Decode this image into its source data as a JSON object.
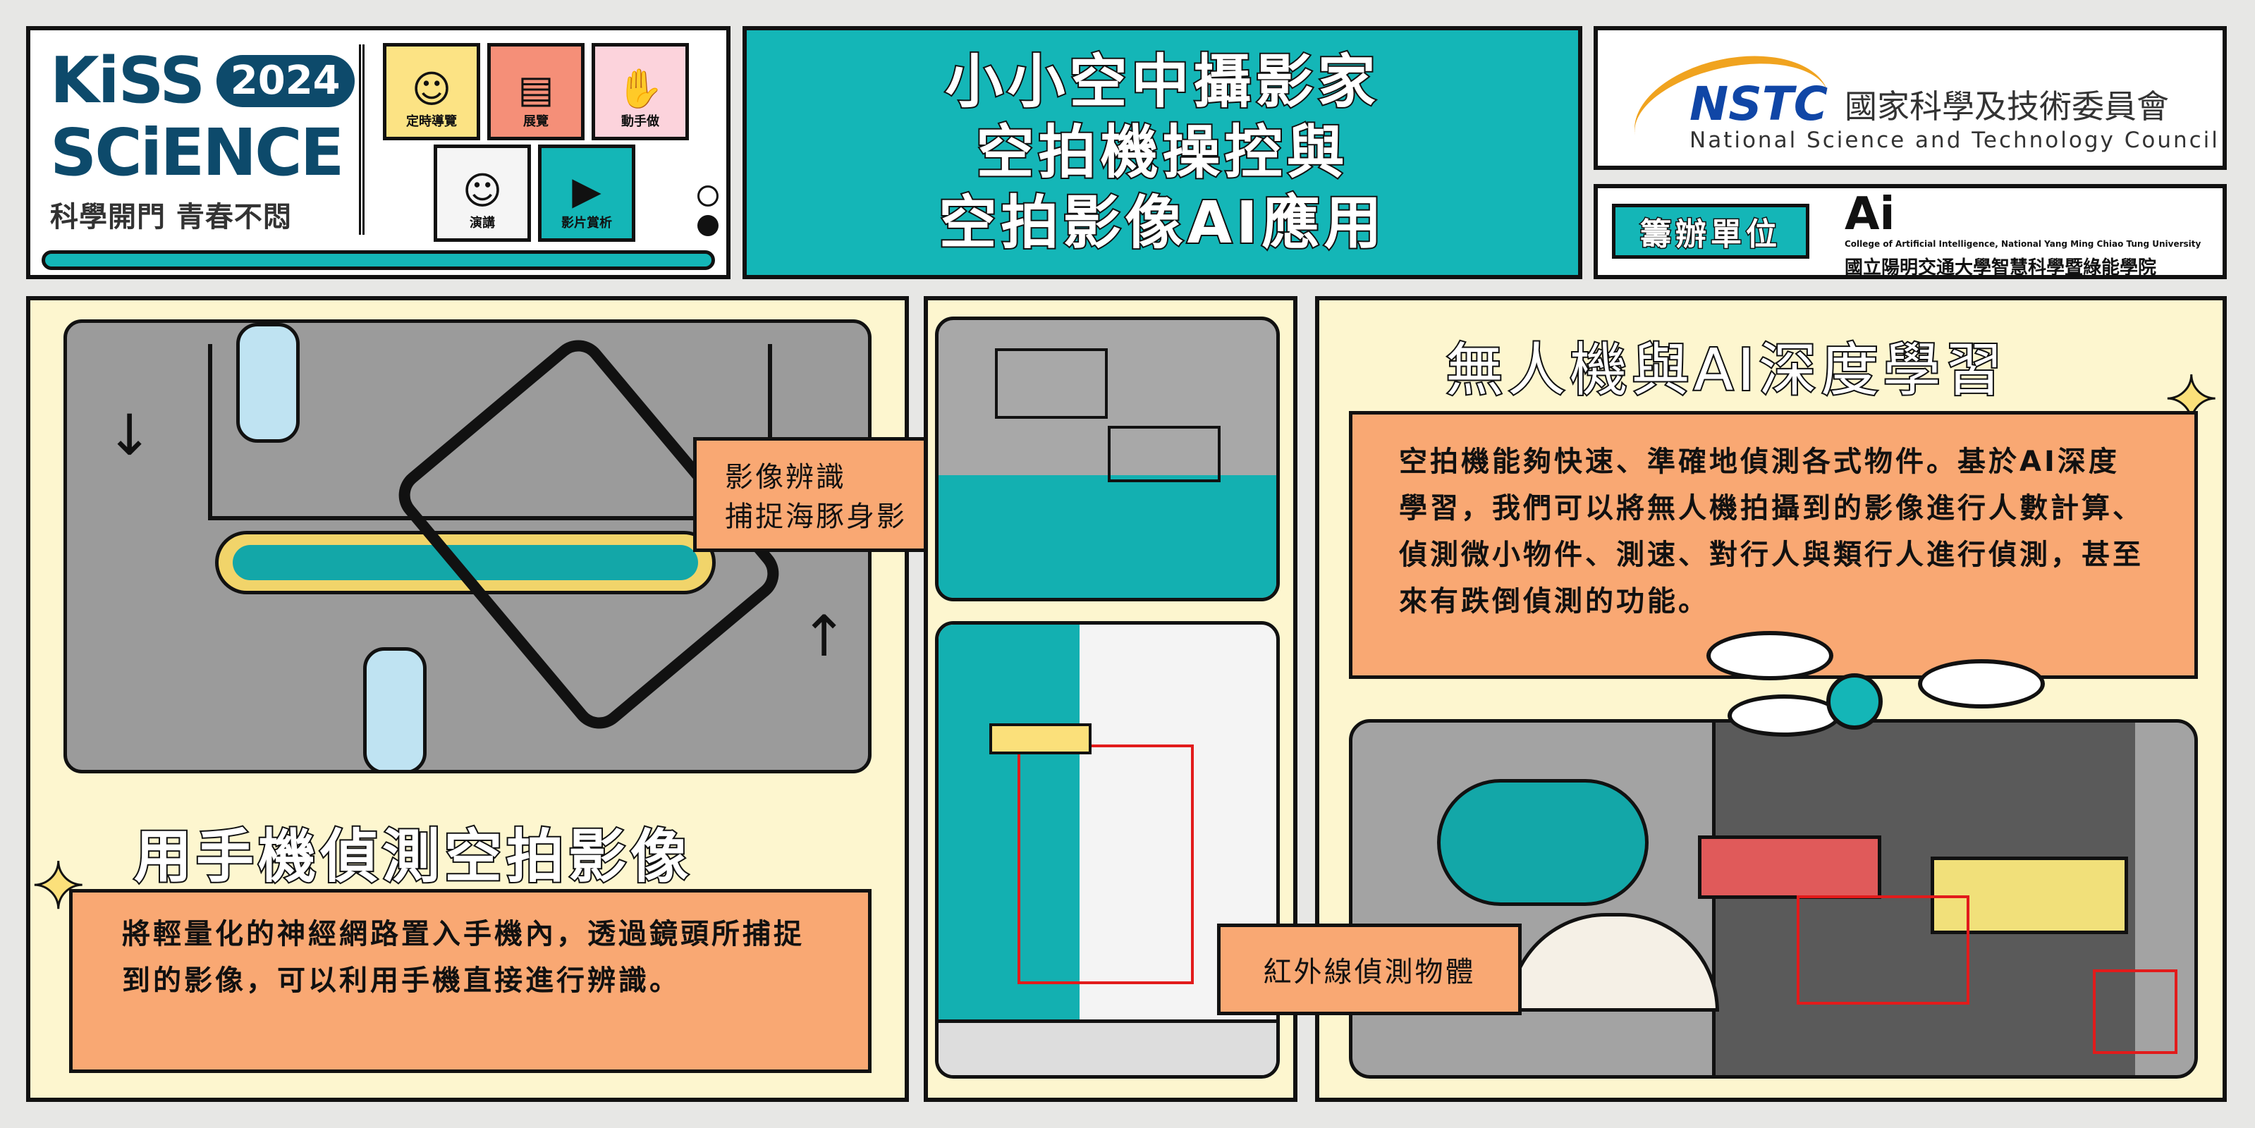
{
  "header": {
    "logo": {
      "line1": "KiSS",
      "year": "2024",
      "line2": "SCiENCE",
      "slogan": "科學開門 青春不悶"
    },
    "tiles": [
      {
        "label": "定時導覽",
        "icon": "tour-guide-icon",
        "color": "#fce384"
      },
      {
        "label": "展覽",
        "icon": "exhibition-icon",
        "color": "#f58f78"
      },
      {
        "label": "動手做",
        "icon": "hands-on-icon",
        "color": "#fcd3dc"
      },
      {
        "label": "演講",
        "icon": "lecture-icon",
        "color": "#f5f5f5"
      },
      {
        "label": "影片賞析",
        "icon": "video-play-icon",
        "color": "#14b6b7"
      }
    ],
    "title_lines": [
      "小小空中攝影家",
      "空拍機操控與",
      "空拍影像AI應用"
    ],
    "nstc": {
      "abbr": "NSTC",
      "name_zh": "國家科學及技術委員會",
      "name_en": "National Science and Technology Council"
    },
    "organizer": {
      "label": "籌辦單位",
      "logo": "Ai",
      "name_en": "College of Artificial Intelligence, National Yang Ming Chiao Tung University",
      "name_zh": "國立陽明交通大學智慧科學暨綠能學院"
    }
  },
  "left_panel": {
    "callout": [
      "影像辨識",
      "捕捉海豚身影"
    ],
    "heading": "用手機偵測空拍影像",
    "text": "將輕量化的神經網路置入手機內，透過鏡頭所捕捉到的影像，可以利用手機直接進行辨識。"
  },
  "middle_panel": {
    "callout": "紅外線偵測物體"
  },
  "right_panel": {
    "heading": "無人機與AI深度學習",
    "text": "空拍機能夠快速、準確地偵測各式物件。基於AI深度學習，我們可以將無人機拍攝到的影像進行人數計算、偵測微小物件、測速、對行人與類行人進行偵測，甚至來有跌倒偵測的功能。"
  },
  "colors": {
    "teal": "#14b6b7",
    "cream": "#fdf6cf",
    "orange": "#f9a873",
    "navy": "#0d4a6b",
    "nstc_blue": "#1046a6"
  }
}
